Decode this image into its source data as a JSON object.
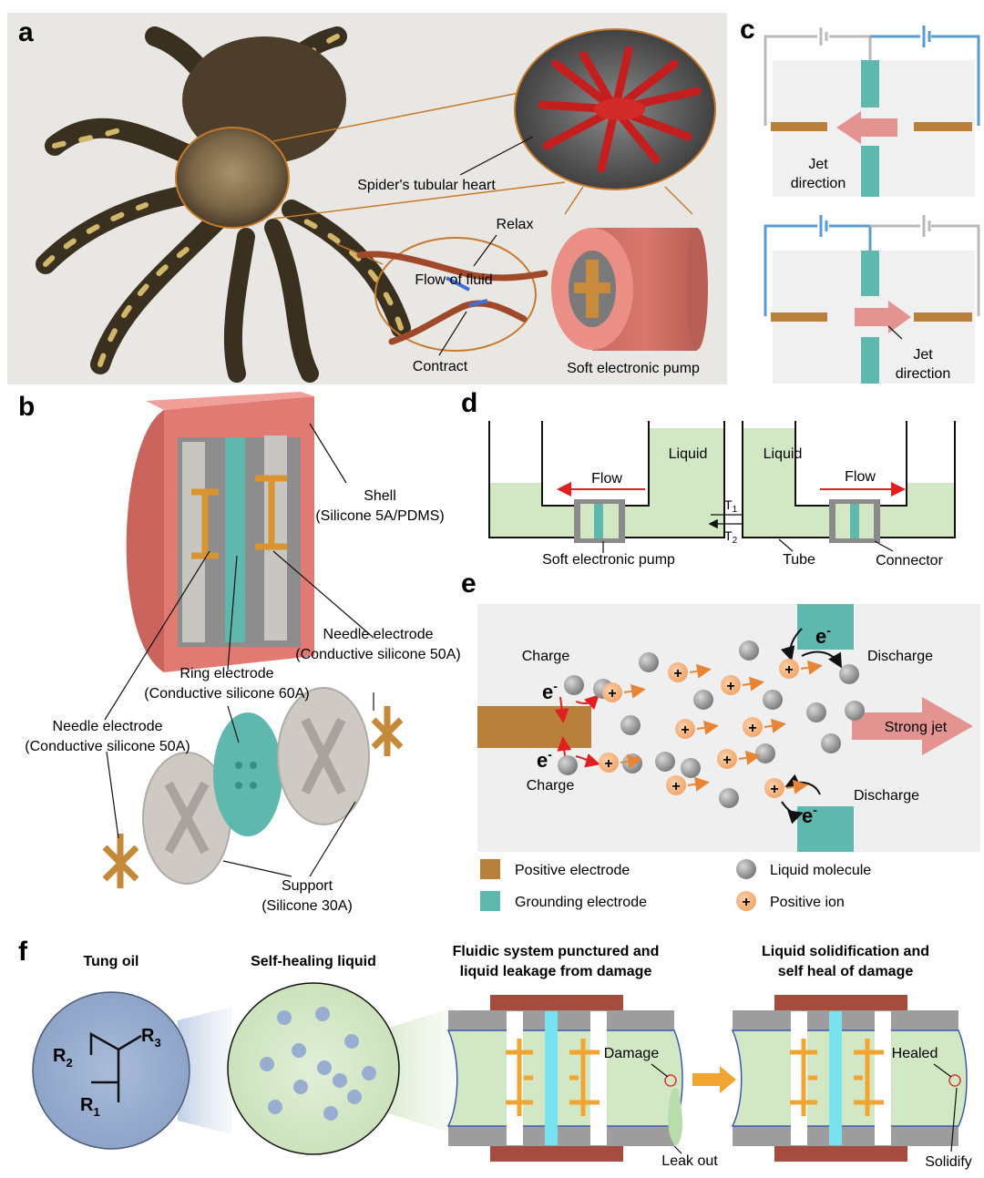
{
  "panels": {
    "a": {
      "letter": "a",
      "labels": {
        "tubular_heart": "Spider's tubular heart",
        "relax": "Relax",
        "flow": "Flow of fluid",
        "contract": "Contract",
        "pump": "Soft electronic pump"
      }
    },
    "b": {
      "letter": "b",
      "shell_title": "Shell",
      "shell_material": "(Silicone 5A/PDMS)",
      "needle_right_title": "Needle electrode",
      "needle_right_material": "(Conductive silicone 50A)",
      "ring_title": "Ring electrode",
      "ring_material": "(Conductive silicone 60A)",
      "needle_left_title": "Needle electrode",
      "needle_left_material": "(Conductive silicone 50A)",
      "support_title": "Support",
      "support_material": "(Silicone 30A)"
    },
    "c": {
      "letter": "c",
      "jet_top_1": "Jet",
      "jet_top_2": "direction",
      "jet_bottom_1": "Jet",
      "jet_bottom_2": "direction"
    },
    "d": {
      "letter": "d",
      "liquid_left": "Liquid",
      "liquid_right": "Liquid",
      "flow_left": "Flow",
      "flow_right": "Flow",
      "t1": "T",
      "t1_sub": "1",
      "t2": "T",
      "t2_sub": "2",
      "pump": "Soft electronic pump",
      "tube": "Tube",
      "connector": "Connector"
    },
    "e": {
      "letter": "e",
      "charge_top": "Charge",
      "charge_bottom": "Charge",
      "discharge_top": "Discharge",
      "discharge_bottom": "Discharge",
      "electron": "e",
      "electron_sup": "-",
      "strong_jet": "Strong jet",
      "plus": "+",
      "legend": {
        "positive_electrode": "Positive electrode",
        "grounding_electrode": "Grounding electrode",
        "liquid_molecule": "Liquid molecule",
        "positive_ion": "Positive ion"
      }
    },
    "f": {
      "letter": "f",
      "tung_oil": "Tung oil",
      "self_healing": "Self-healing liquid",
      "punctured_1": "Fluidic system punctured and",
      "punctured_2": "liquid leakage from damage",
      "solidify_1": "Liquid solidification and",
      "solidify_2": "self heal of damage",
      "r1": "R",
      "r1_sub": "1",
      "r2": "R",
      "r2_sub": "2",
      "r3": "R",
      "r3_sub": "3",
      "damage": "Damage",
      "leak_out": "Leak out",
      "healed": "Healed",
      "solidify": "Solidify"
    }
  },
  "colors": {
    "positive_electrode": "#b8803a",
    "grounding_electrode": "#5fb8ad",
    "shell_red": "#e07a72",
    "shell_dark": "#a44c3d",
    "liquid_green": "#cfe6c0",
    "orange": "#e78435",
    "molecule_gray": "#9a9a9a",
    "ion_orange": "#f5b27a",
    "f_circle_blue": "#98aed0",
    "wire_blue": "#5a9bd1",
    "wire_gray": "#b9b9b9"
  }
}
